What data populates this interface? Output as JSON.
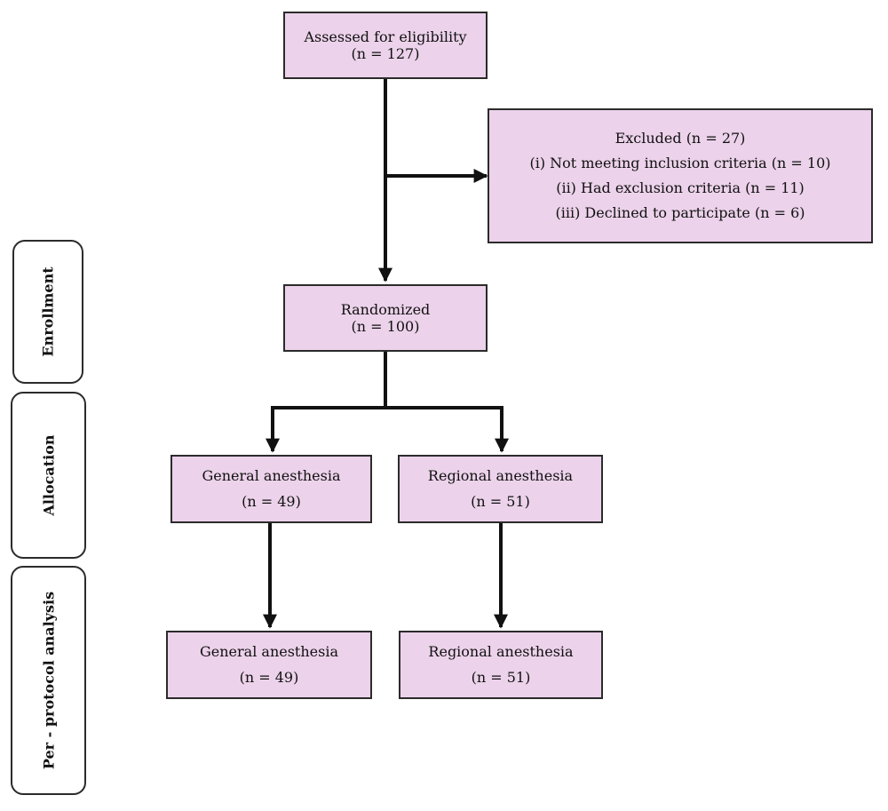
{
  "phases": {
    "enrollment": "Enrollment",
    "allocation": "Allocation",
    "per_protocol": "Per - protocol analysis"
  },
  "boxes": {
    "assessed": {
      "title": "Assessed for eligibility",
      "count": "(n = 127)"
    },
    "excluded": {
      "title": "Excluded (n = 27)",
      "reasons": [
        "(i) Not meeting inclusion criteria (n = 10)",
        "(ii) Had exclusion criteria (n = 11)",
        "(iii) Declined to participate (n = 6)"
      ]
    },
    "randomized": {
      "title": "Randomized",
      "count": "(n = 100)"
    },
    "general_alloc": {
      "title": "General anesthesia",
      "count": "(n = 49)"
    },
    "regional_alloc": {
      "title": "Regional anesthesia",
      "count": "(n = 51)"
    },
    "general_analysis": {
      "title": "General anesthesia",
      "count": "(n = 49)"
    },
    "regional_analysis": {
      "title": "Regional anesthesia",
      "count": "(n = 51)"
    }
  },
  "colors": {
    "box_fill": "#ecd2ea",
    "border": "#2b2b2b",
    "arrow": "#111111"
  }
}
